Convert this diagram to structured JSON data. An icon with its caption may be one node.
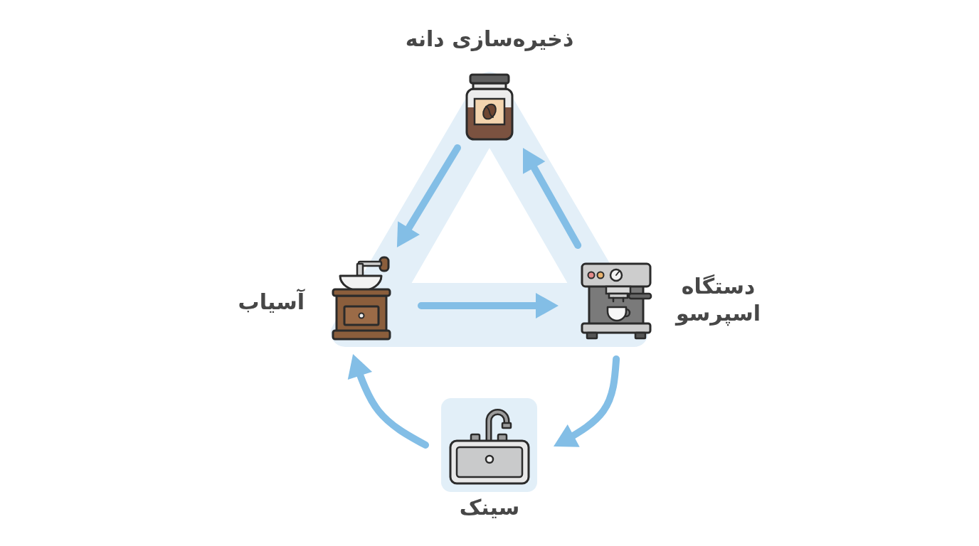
{
  "diagram": {
    "nodes": [
      {
        "text": [
          "ذخیره‌سازی دانه"
        ]
      },
      {
        "text": [
          "آسیاب"
        ]
      },
      {
        "text": [
          "دستگاه اسپرسو"
        ]
      },
      {
        "text": [
          "سینک"
        ]
      }
    ],
    "edges": [
      {
        "from": 0,
        "to": 1,
        "arrow": "to"
      },
      {
        "from": 1,
        "to": 2,
        "arrow": "to"
      },
      {
        "from": 2,
        "to": 0,
        "arrow": "to"
      },
      {
        "from": 2,
        "to": 3,
        "arrow": "to"
      },
      {
        "from": 3,
        "to": 1,
        "arrow": "to"
      }
    ]
  }
}
